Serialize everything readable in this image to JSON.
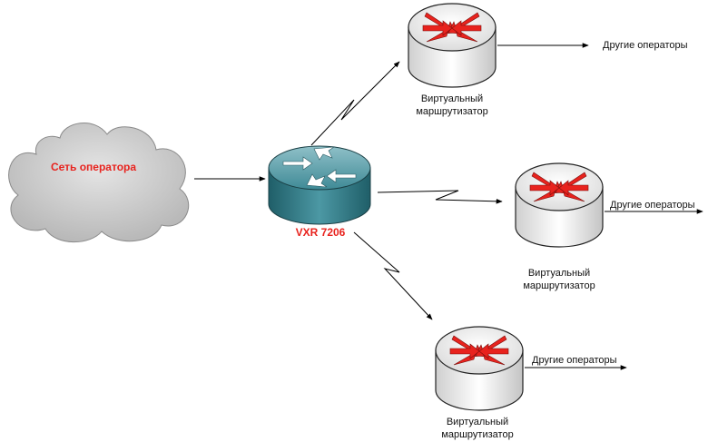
{
  "cloud": {
    "label": "Сеть оператора"
  },
  "main_router": {
    "label": "VXR 7206"
  },
  "virtual_routers": [
    {
      "label_line1": "Виртуальный",
      "label_line2": "маршрутизатор",
      "peer_label": "Другие операторы"
    },
    {
      "label_line1": "Виртуальный",
      "label_line2": "маршрутизатор",
      "peer_label": "Другие операторы"
    },
    {
      "label_line1": "Виртуальный",
      "label_line2": "маршрутизатор",
      "peer_label": "Другие операторы"
    }
  ],
  "colors": {
    "accent_red": "#e8231e",
    "cloud_fill": "#c9c9c9",
    "router_teal": "#2f7a86",
    "line": "#000000"
  }
}
